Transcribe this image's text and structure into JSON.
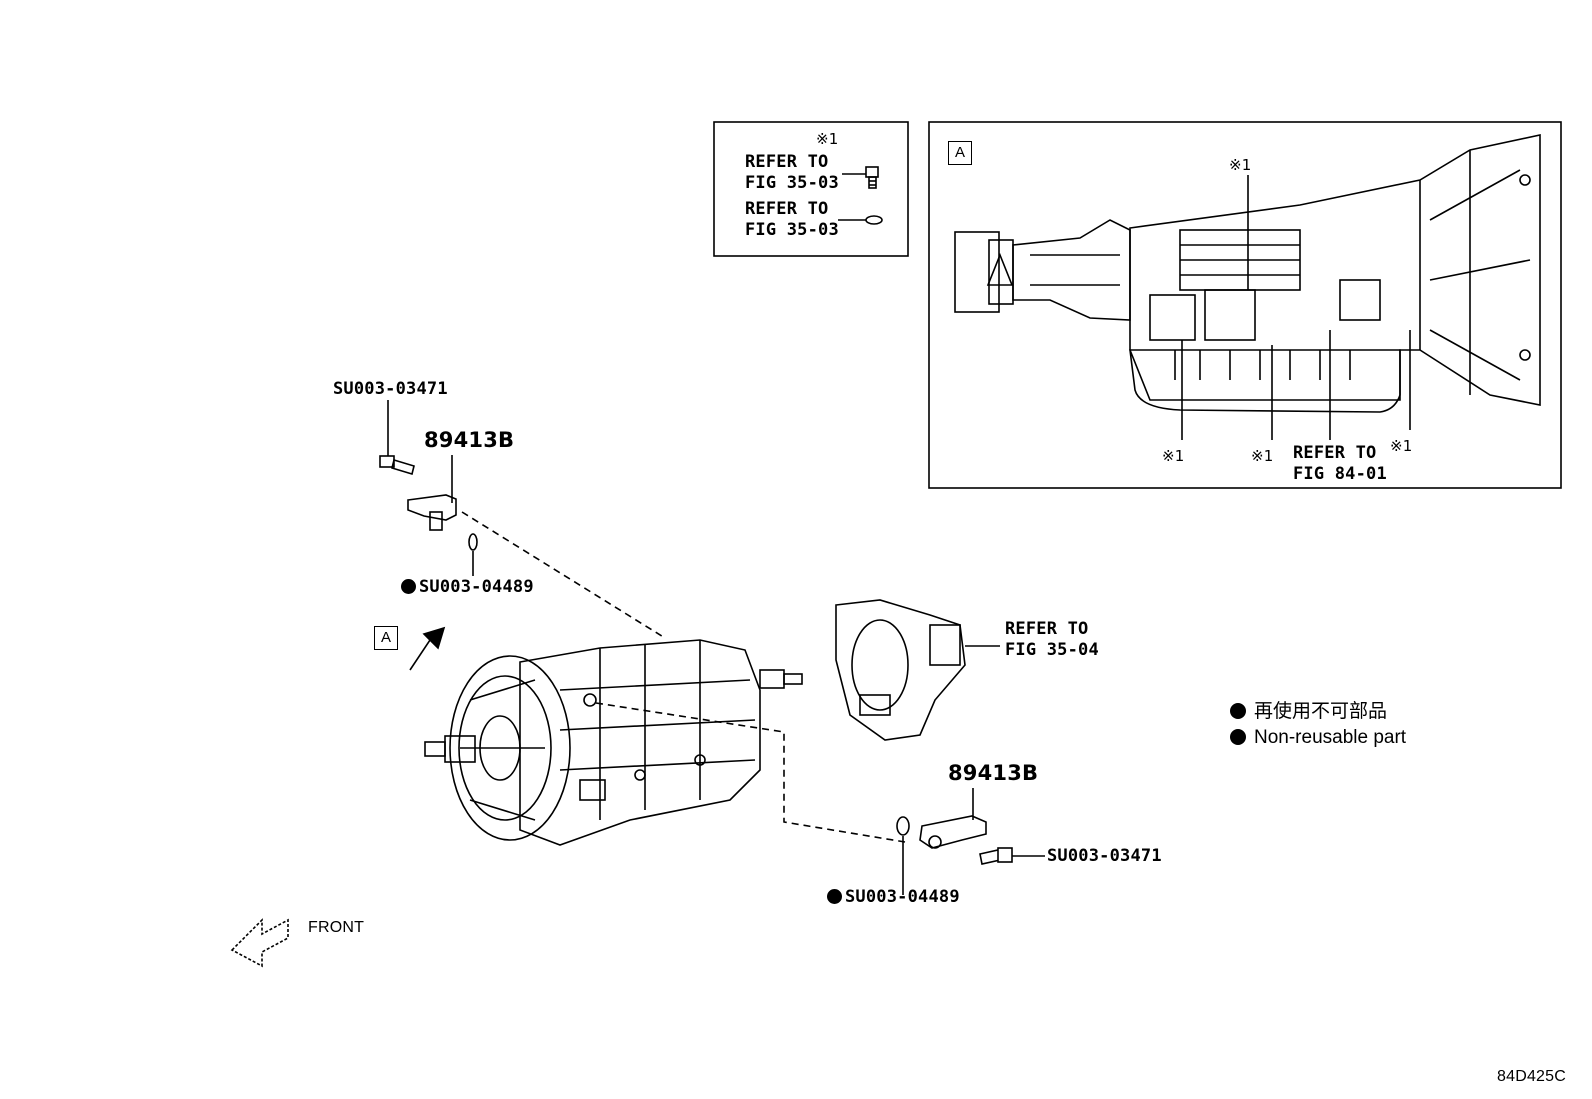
{
  "inset_legend": {
    "mark": "※1",
    "ref1": "REFER TO\nFIG 35-03",
    "ref2": "REFER TO\nFIG 35-03"
  },
  "detail_a": {
    "tag": "A",
    "mark_top": "※1",
    "mark_left": "※1",
    "mark_mid": "※1",
    "mark_right": "※1",
    "ref": "REFER TO\nFIG 84-01"
  },
  "parts": {
    "bolt_upper": "SU003-03471",
    "sensor_upper": "89413B",
    "oring_upper": "SU003-04489",
    "sensor_lower": "89413B",
    "bolt_lower": "SU003-03471",
    "oring_lower": "SU003-04489",
    "extension_ref": "REFER TO\nFIG 35-04",
    "view_tag": "A",
    "front": "FRONT"
  },
  "legend": {
    "jp": "再使用不可部品",
    "en": "Non-reusable part"
  },
  "figure_code": "84D425C"
}
